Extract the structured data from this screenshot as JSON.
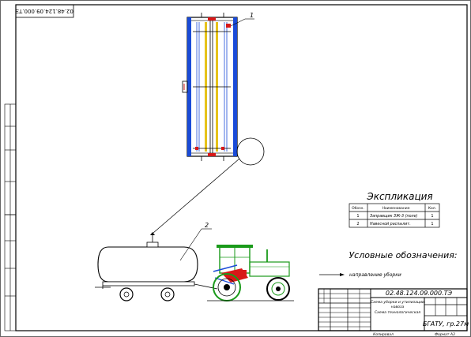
{
  "stamp_code": "02.48.124.09.000.ТЭ",
  "explication": {
    "title": "Экспликация",
    "headers": [
      "Обозн.",
      "Наименование",
      "Кол."
    ],
    "rows": [
      {
        "num": "1",
        "name": "Заправщик ЗЖ-3 (поле)",
        "qty": "1"
      },
      {
        "num": "2",
        "name": "Навесной распылит.",
        "qty": "1"
      }
    ]
  },
  "legend": {
    "title": "Условные обозначения:",
    "items": [
      "направление уборки"
    ]
  },
  "title_block": {
    "doc_code": "02.48.124.09.000.ТЭ",
    "description_lines": [
      "Схема уборки и утилизации",
      "навоза",
      "Схема технологическая"
    ],
    "org": "БГАТУ, гр.27м",
    "footer_left": "Копировал",
    "footer_right": "Формат А3"
  },
  "callouts": [
    "1",
    "2"
  ],
  "colors": {
    "line": "#000000",
    "tank_fill": "#ffffff",
    "tractor_green": "#1a9a1a",
    "red_part": "#d81818",
    "blue_part": "#1a4bd8",
    "yellow_part": "#e6c21a"
  }
}
